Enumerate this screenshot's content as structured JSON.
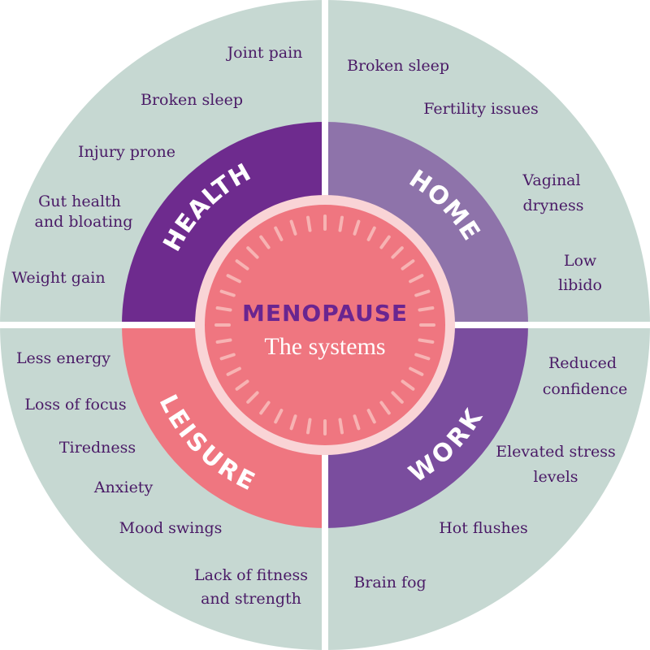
{
  "center": {
    "title": "MENOPAUSE",
    "subtitle": "The systems"
  },
  "quadrants": {
    "health": {
      "title": "HEALTH",
      "color": "#6e2b8e",
      "symptoms": [
        "Joint pain",
        "Broken sleep",
        "Injury prone",
        "Gut health",
        "and bloating",
        "Weight gain"
      ]
    },
    "home": {
      "title": "HOME",
      "color": "#8e73aa",
      "symptoms": [
        "Broken sleep",
        "Fertility issues",
        "Vaginal",
        "dryness",
        "Low",
        "libido"
      ]
    },
    "work": {
      "title": "WORK",
      "color": "#7a4d9e",
      "symptoms": [
        "Reduced",
        "confidence",
        "Elevated stress",
        "levels",
        "Hot flushes",
        "Brain fog"
      ]
    },
    "leisure": {
      "title": "LEISURE",
      "color": "#ef7680",
      "symptoms": [
        "Less energy",
        "Loss of focus",
        "Tiredness",
        "Anxiety",
        "Mood swings",
        "Lack of fitness",
        "and strength"
      ]
    }
  },
  "colors": {
    "outer_ring": "#c6d8d2",
    "center_fill": "#ef7680",
    "center_ring": "#f9d4d6",
    "dash": "#f7b3b3",
    "text": "#4a1a66"
  }
}
